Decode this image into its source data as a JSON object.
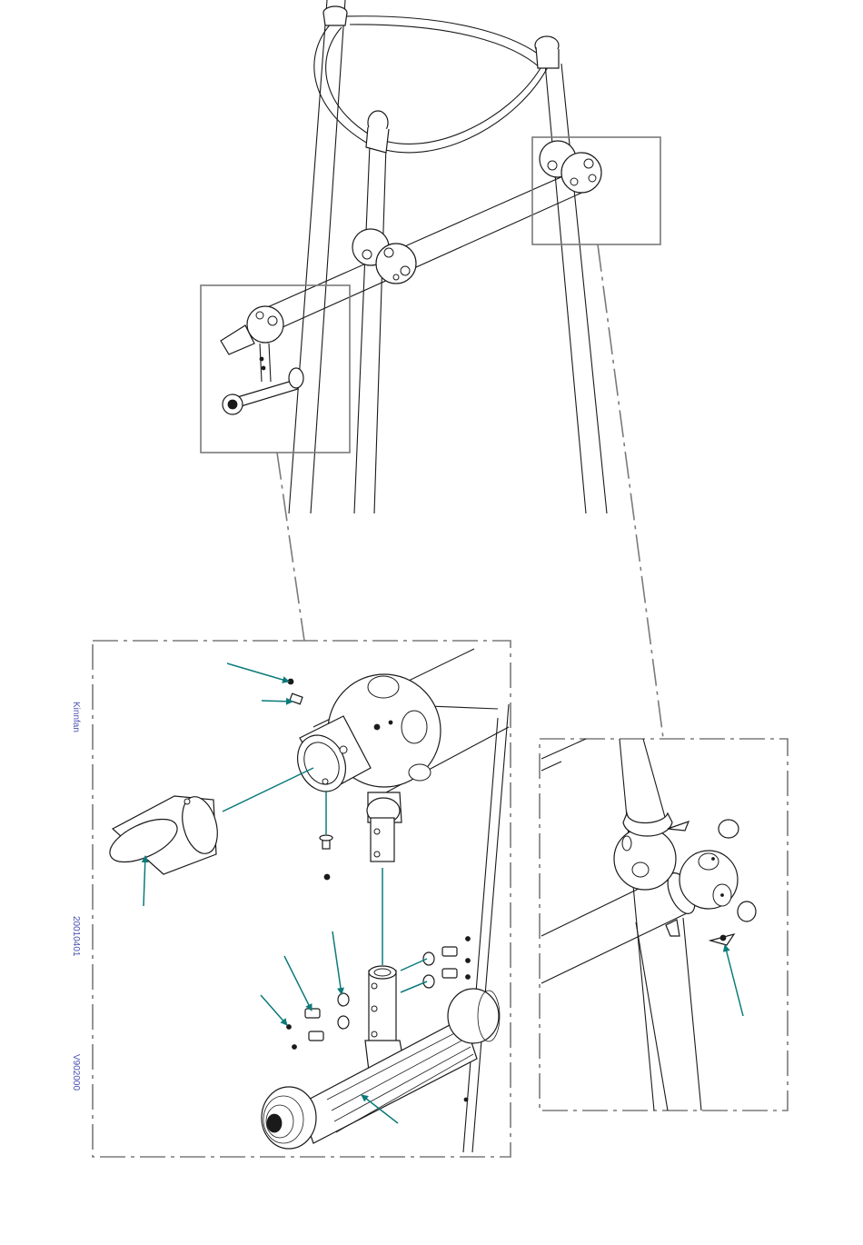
{
  "labels": {
    "brand": "Kinnfan",
    "date_code": "20010401",
    "part_code": "V902000"
  },
  "colors": {
    "line": "#1a1a1a",
    "frame": "#7a7a7a",
    "arrow": "#0c7a7a",
    "side_text": "#4a4fb0"
  },
  "icons": [
    "ring-frame",
    "ball-connector-icon",
    "end-cap-icon",
    "t-handle-icon",
    "bolt-icon",
    "washer-icon",
    "arrow-icon"
  ]
}
